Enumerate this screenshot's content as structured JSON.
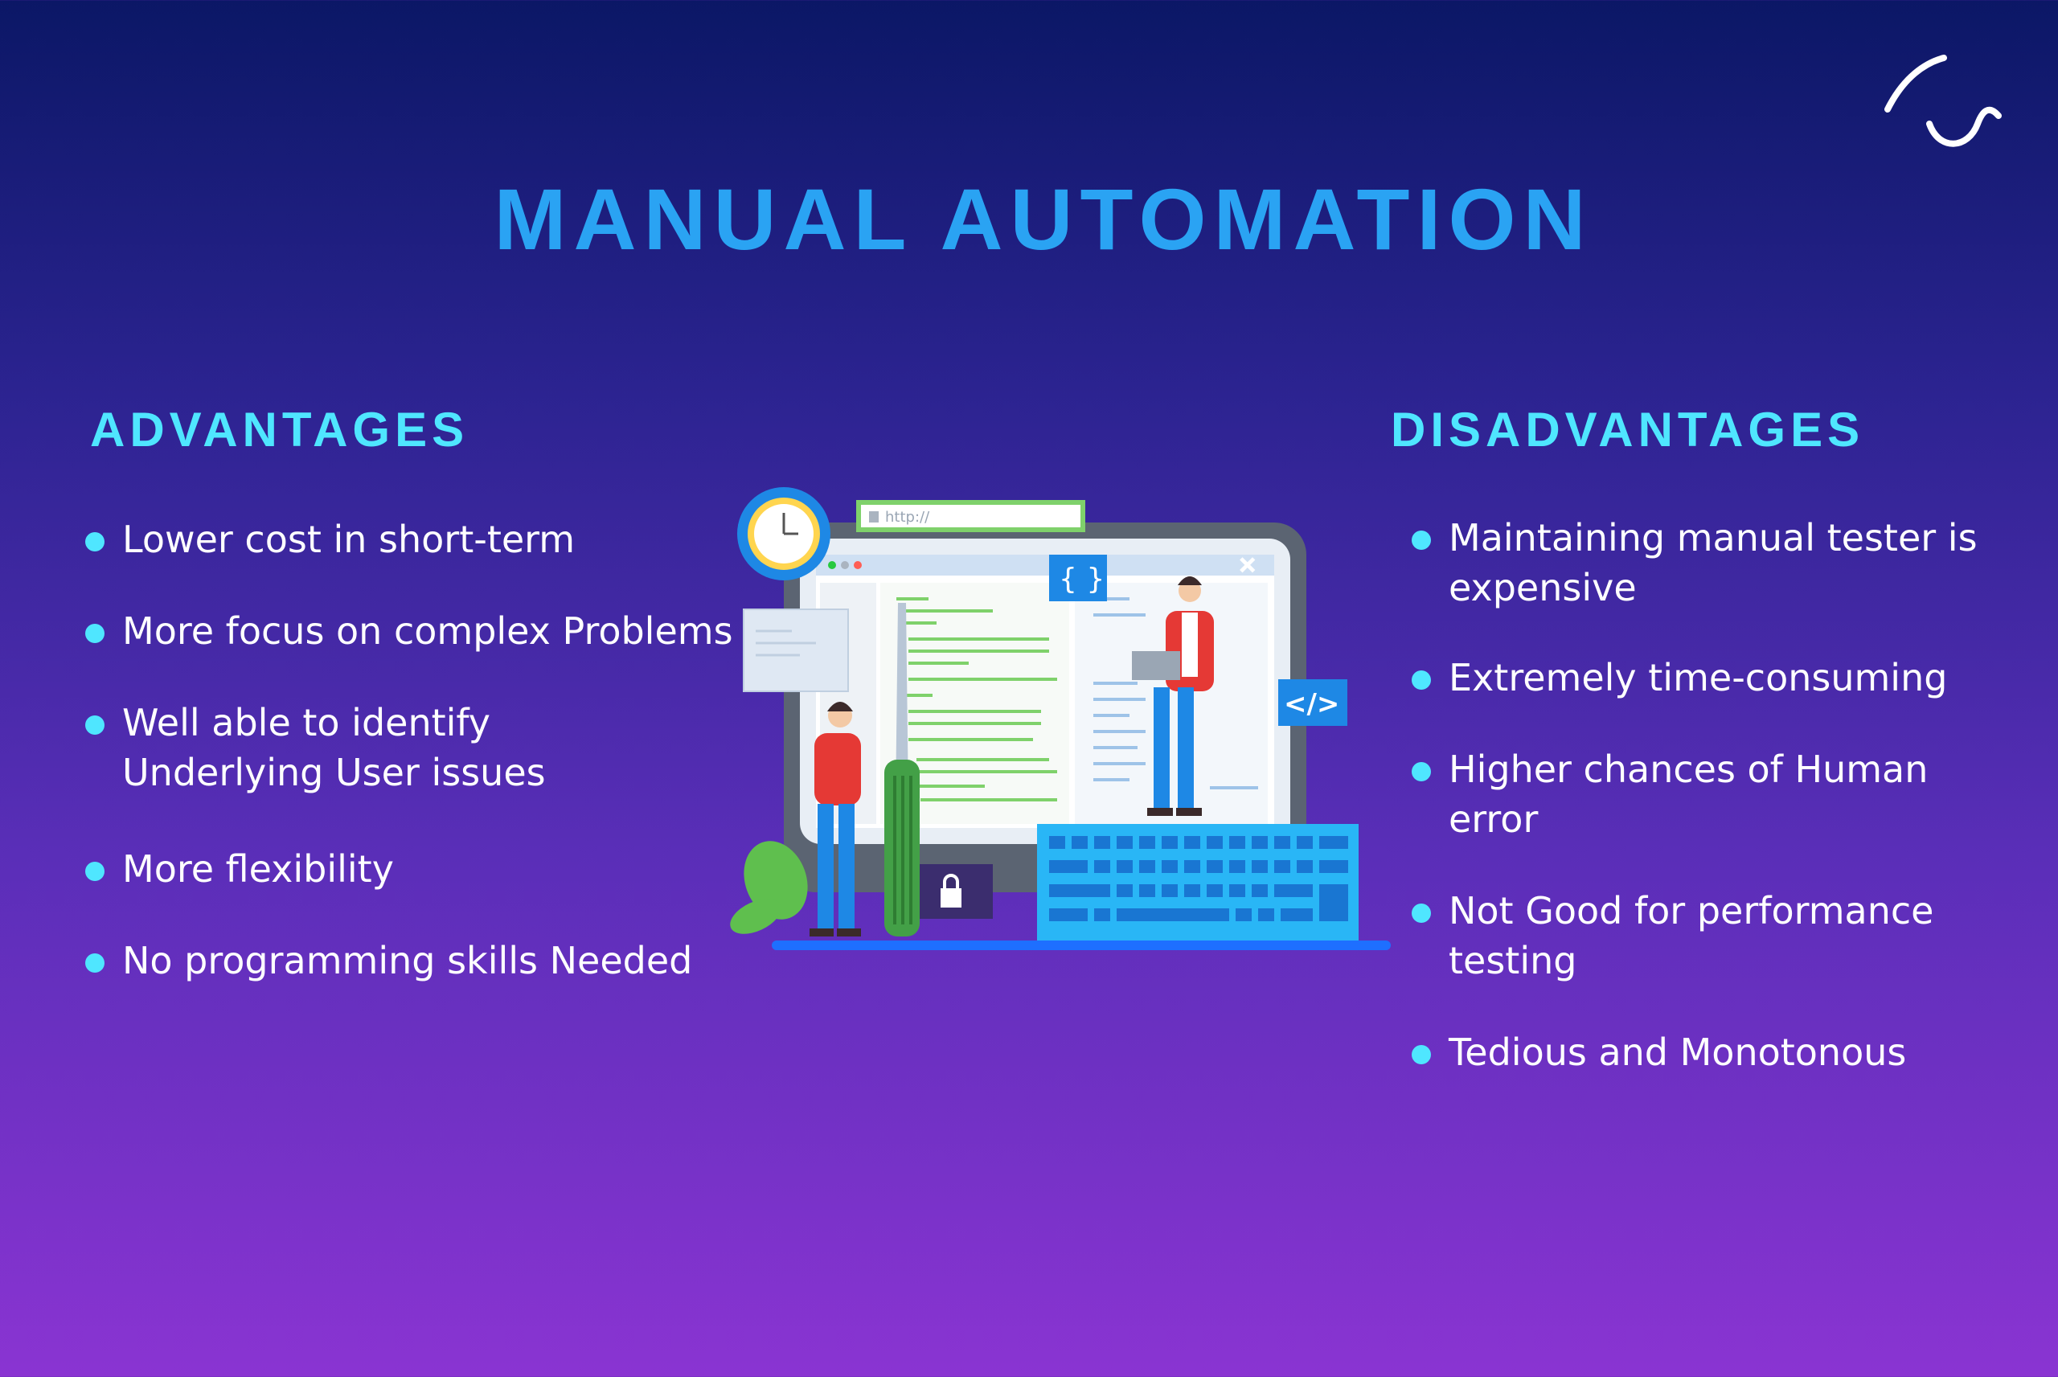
{
  "header": {
    "title": "MANUAL AUTOMATION",
    "logo_icon": "wave-logo-icon"
  },
  "advantages": {
    "heading": "ADVANTAGES",
    "items": [
      "Lower cost in short-term",
      "More focus on complex Problems",
      "Well able to identify Underlying User issues",
      "More flexibility",
      "No programming skills Needed"
    ]
  },
  "disadvantages": {
    "heading": "DISADVANTAGES",
    "items": [
      "Maintaining manual tester is expensive",
      "Extremely time-consuming",
      "Higher chances of Human error",
      "Not Good for performance testing",
      "Tedious and Monotonous"
    ]
  },
  "illustration": {
    "url_bar_text": "http://",
    "braces_badge": "{ }",
    "code_badge": "</>",
    "close_glyph": "✕"
  },
  "colors": {
    "title": "#2aa3f3",
    "heading": "#4fe6ff",
    "bullet": "#4fe6ff",
    "text": "#ffffff",
    "bg_top": "#0b1766",
    "bg_bottom": "#8a34d2"
  }
}
